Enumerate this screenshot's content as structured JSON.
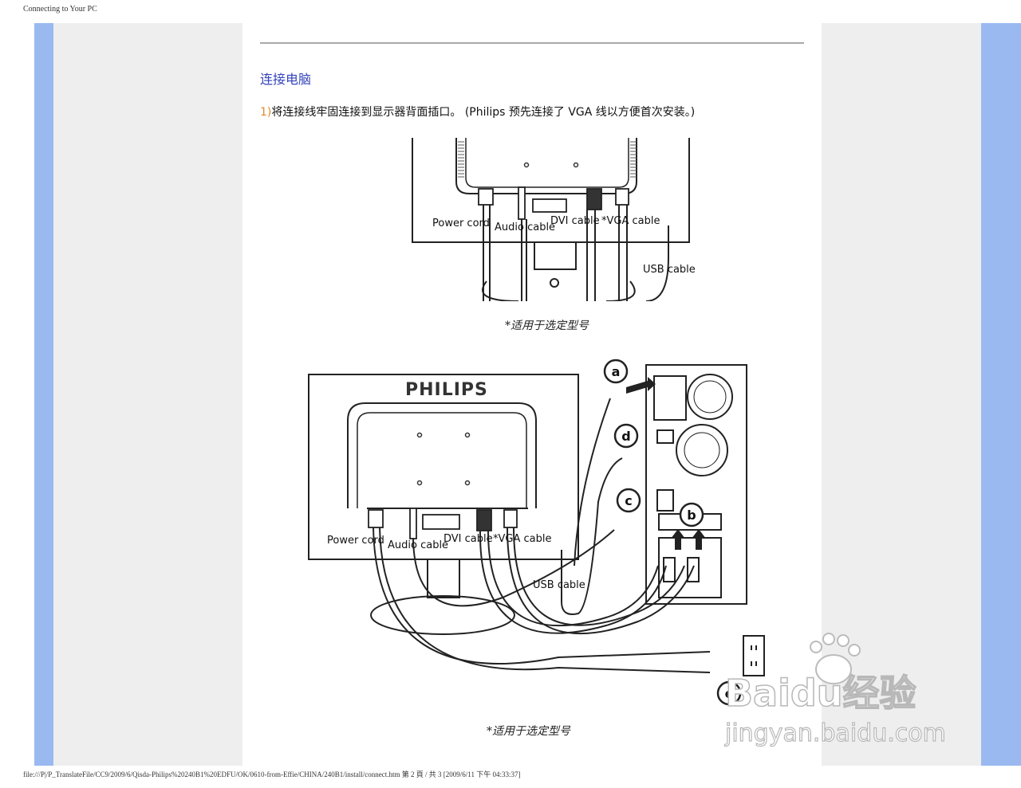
{
  "print": {
    "header": "Connecting to Your PC",
    "footer": "file:///P|/P_TranslateFile/CC9/2009/6/Qisda-Philips%20240B1%20EDFU/OK/0610-from-Effie/CHINA/240B1/install/connect.htm 第 2 頁 / 共 3  [2009/6/11 下午 04:33:37]"
  },
  "page": {
    "heading": "连接电脑",
    "step_number": "1)",
    "step_text": "将连接线牢固连接到显示器背面插口。 (Philips 预先连接了 VGA 线以方便首次安装。)",
    "caption_1": "*适用于选定型号",
    "caption_2": "*适用于选定型号"
  },
  "figure1": {
    "labels": {
      "power": "Power cord",
      "audio": "Audio cable",
      "dvi": "DVI cable",
      "vga": "*VGA cable",
      "usb": "USB cable"
    }
  },
  "figure2": {
    "brand": "PHILIPS",
    "labels": {
      "power": "Power cord",
      "audio": "Audio cable",
      "dvi": "DVI cable",
      "vga": "*VGA cable",
      "usb": "USB cable"
    },
    "callouts": {
      "a": "a",
      "b": "b",
      "c": "c",
      "d": "d",
      "e": "e"
    }
  },
  "watermark": {
    "brand": "Baidu经验",
    "url": "jingyan.baidu.com"
  }
}
